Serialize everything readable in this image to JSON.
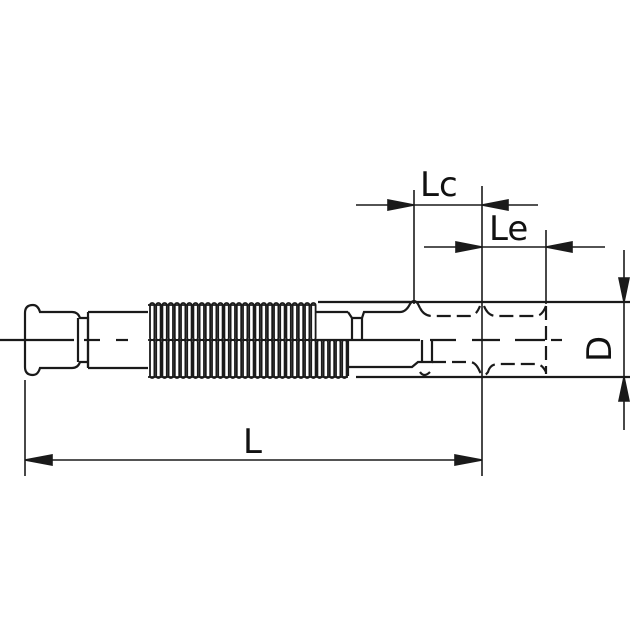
{
  "drawing": {
    "subject": "flexible corrugated pipe connector with press-fit ends",
    "line_color": "#1a1a1a",
    "background": "#ffffff"
  },
  "dimensions": {
    "Lc": "Lc",
    "Le": "Le",
    "D": "D",
    "L": "L"
  }
}
